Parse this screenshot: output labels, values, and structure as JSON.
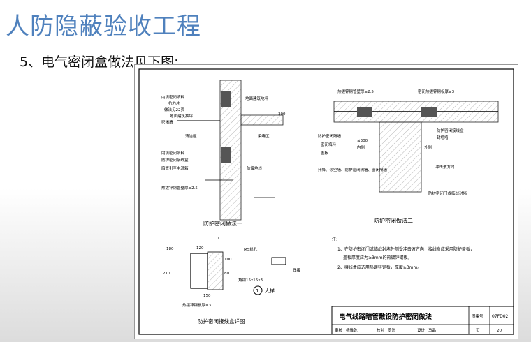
{
  "slide": {
    "title": "人防隐蔽验收工程",
    "subtitle": "5、电气密闭盒做法见下图:"
  },
  "drawing": {
    "method1": {
      "caption": "防护密闭做法一",
      "labels": [
        "内填密闭填料",
        "抗力片",
        "做法见22页",
        "地面建筑抽坪",
        "密闭墙",
        "清洁区",
        "内填密闭填料",
        "防护密闭接线盒",
        "暗管引至电源箱",
        "热镀锌钢管壁厚≥2.5",
        "地面建筑地坪",
        "防爆地线",
        "染毒区"
      ],
      "dim": "300"
    },
    "method2": {
      "caption": "防护密闭做法二",
      "labels": [
        "热镀锌钢管壁厚≥2.5",
        "密闭热镀锌钢板厚≥3",
        "防护密闭隔墙",
        "密闭填料",
        "盖板",
        "≤300",
        "内侧",
        "外侧",
        "封墙墙",
        "升降、诊空墙、防护密闭隔墙、密闭隔墙",
        "防护密闭接线盒",
        "冲击波方向",
        "防护密闭门或临战封堵"
      ]
    },
    "box_detail": {
      "caption": "防护密闭接线盒详图",
      "dims": [
        "180",
        "120",
        "210",
        "100",
        "80",
        "150",
        "1"
      ],
      "labels": [
        "热镀锌钢板厚≥3",
        "M5丝孔",
        "角钢15x15x3",
        "焊接"
      ],
      "callout": "1",
      "callout_label": "大样"
    },
    "notes": {
      "heading": "注:",
      "items": [
        "1、在防护密闭门或临战封堵外侧受冲击波方向，接线盒应采用防护盖板，",
        "盖板厚度应为≥3mm的热镀锌钢板。",
        "2、接线盒应选用热镀锌钢板，厚度≥3mm。"
      ]
    },
    "title_block": {
      "main_title": "电气线路暗管敷设防护密闭做法",
      "atlas_label": "图集号",
      "atlas_no": "07FD02",
      "row": [
        "审核",
        "杨雅乾",
        "校对",
        "罗沛",
        "设计",
        "马晶"
      ],
      "page_label": "页",
      "page_no": "20"
    }
  }
}
